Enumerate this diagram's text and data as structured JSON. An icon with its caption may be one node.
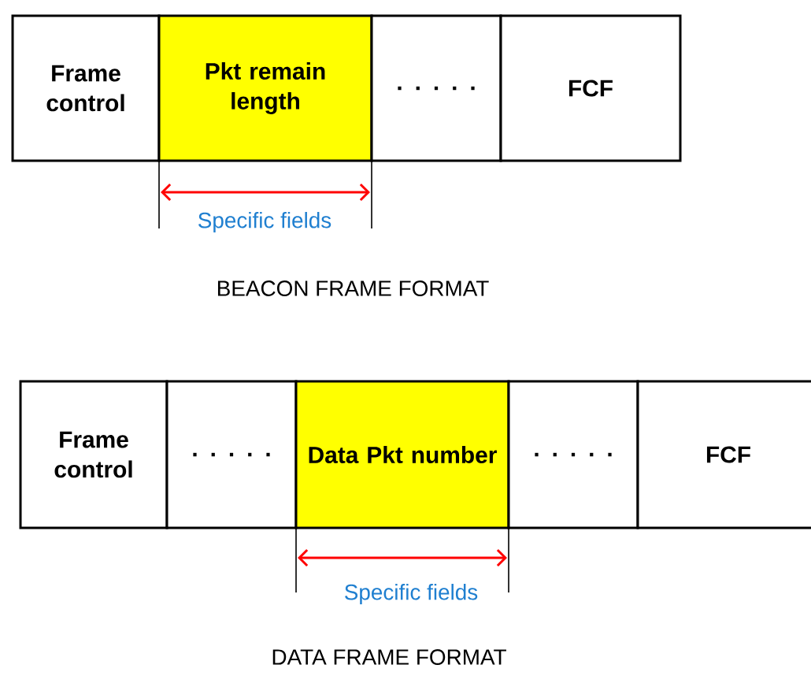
{
  "diagram": {
    "nodes": [
      {
        "text": [
          "Frame control"
        ]
      },
      {
        "text": [
          "Pkt remain length"
        ]
      },
      {
        "text": [
          ". . . . ."
        ]
      },
      {
        "text": [
          "FCF"
        ]
      },
      {
        "text": [
          "Frame control"
        ]
      },
      {
        "text": [
          ". . . . ."
        ]
      },
      {
        "text": [
          "Data Pkt number"
        ]
      },
      {
        "text": [
          ". . . . ."
        ]
      },
      {
        "text": [
          "FCF"
        ]
      }
    ],
    "labels": [
      "Specific fields",
      "BEACON FRAME FORMAT",
      "Specific fields",
      "DATA FRAME FORMAT"
    ]
  }
}
